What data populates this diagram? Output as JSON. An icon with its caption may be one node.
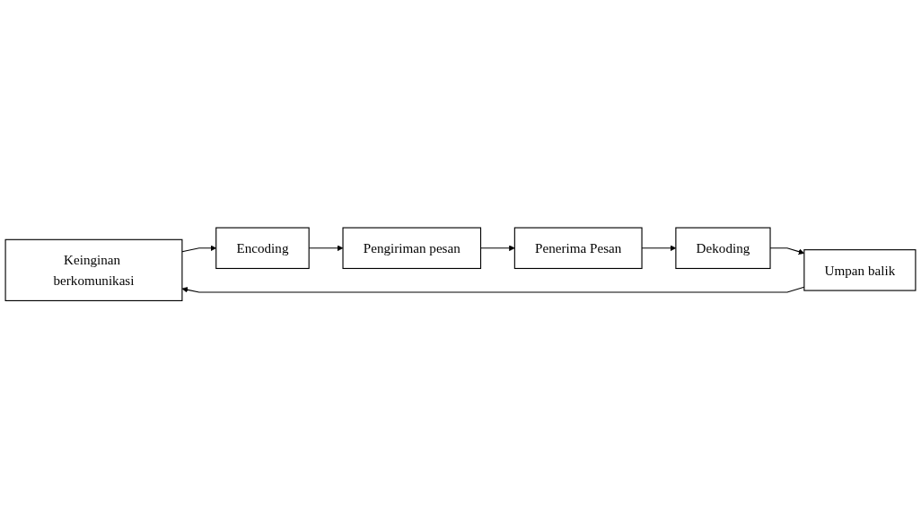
{
  "diagram": {
    "nodes": [
      {
        "text": [
          "Keinginan berkomunikasi"
        ]
      },
      {
        "text": [
          "Umpan balik"
        ]
      },
      {
        "text": [
          "Encoding"
        ]
      },
      {
        "text": [
          "Pengiriman pesan"
        ]
      },
      {
        "text": [
          "Penerima Pesan"
        ]
      },
      {
        "text": [
          "Dekoding"
        ]
      }
    ],
    "edges": [
      {
        "from": 1,
        "to": 0,
        "arrow": "to"
      },
      {
        "from": 0,
        "to": 2,
        "arrow": "to"
      },
      {
        "from": 2,
        "to": 3,
        "arrow": "to"
      },
      {
        "from": 3,
        "to": 4,
        "arrow": "to"
      },
      {
        "from": 4,
        "to": 5,
        "arrow": "to"
      },
      {
        "from": 5,
        "to": 1,
        "arrow": "to"
      }
    ]
  }
}
